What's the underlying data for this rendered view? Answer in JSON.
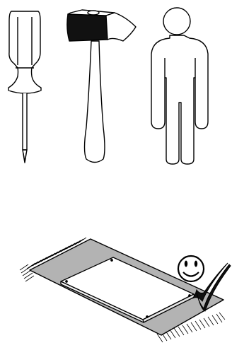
{
  "diagram": {
    "tools": [
      {
        "name": "screwdriver",
        "icon": "screwdriver-icon"
      },
      {
        "name": "hammer",
        "icon": "hammer-icon"
      },
      {
        "name": "person",
        "icon": "person-icon"
      }
    ],
    "scene": {
      "surface": "rug-icon",
      "object": "panel-icon",
      "status": [
        "smiley-icon",
        "checkmark-icon"
      ]
    },
    "colors": {
      "stroke": "#000000",
      "rug_fill": "#b3b3b3",
      "panel_fill": "#ffffff"
    }
  }
}
